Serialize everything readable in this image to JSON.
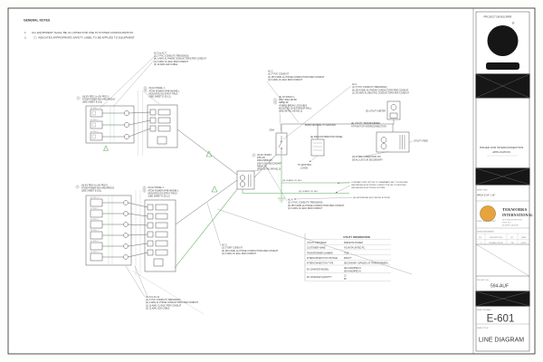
{
  "notes": {
    "title": "GENERAL NOTES",
    "n1": "1.",
    "note1": "ALL EQUIPMENT SHALL BE UL LISTED FOR USE IN SYSTEM CONFIGURATION.",
    "n2": "2.",
    "note2": "INDICATES APPROPRIATE SAFETY LABEL TO BE APPLIED TO EQUIPMENT."
  },
  "callouts": {
    "ac_top": [
      "AC-5 to AC-7",
      "(1) 2\" PVC CONDUIT (TRENCHED)",
      "(4) 1 AWG AL PHASE CONDUCTORS PER CONDUIT",
      "(1) 6 AWG CU EGC PER CONDUIT",
      "(3) 12 AWG LED CABLE"
    ],
    "ac_bottom": [
      "AC-8 to AC-11",
      "(1) 2\" PVC CONDUIT (TRENCHED)",
      "(4) 4 AWG AL PHASE CONDUCTORS PER CONDUIT",
      "(1) 10 AWG CU EGC PER CONDUIT",
      "(3) 12 AWG LED CABLE"
    ],
    "ac1": [
      "AC-1",
      "(1) 3\" PVC CONDUIT (TRENCHED)",
      "(4) 250 KCMIL AL PHASE CONDUCTORS PER CONDUIT",
      "(1) 2/0 AWG AL NEUTRAL CONDUCTORS PER CONDUIT"
    ],
    "ac2": [
      "AC-2",
      "(1) 3\" PVC CONDUIT",
      "(4) 250 KCMIL AL PHASE CONDUCTORS PER CONDUIT",
      "(1) 6 AWG CU EGC PER CONDUIT"
    ],
    "ac3": [
      "AC-3",
      "(1) 3\" EMT CONDUIT",
      "(8) 250 KCMIL AL PHASE CONDUCTORS PER CONDUIT",
      "(1) 6 AWG CU EGC PER CONDUIT"
    ],
    "ac4": [
      "AC-4",
      "(1) 3\" PVC CONDUIT (TRENCHED)",
      "(8) 350 KCMIL AL PHASE CONDUCTORS PER CONDUIT",
      "(1) 6 AWG CU EGC PER CONDUIT"
    ]
  },
  "labels": {
    "ped_group1": [
      "(N) EV PED 1 to EV PED 3",
      "ATOM POWER AEV-AW24PED-D",
      "(SEE SHEET E-101)"
    ],
    "ped_group2": [
      "(N) EV PED 4 to EV PED 9",
      "ATOM POWER AEV-AW24PED-D",
      "(SEE SHEET E-101)"
    ],
    "panel1": [
      "(N) EV PANEL 1",
      "ATOM POWER AP48-AW24B-L",
      "MOUNTED ON STRUT RACK",
      "(SEE SHEET E-201.2)"
    ],
    "panel2": [
      "(N) EV PANEL 2",
      "ATOM POWER AP48-AW24B-L",
      "MOUNTED ON STRUT RACK",
      "(SEE SHEET E-201.2)"
    ],
    "disco": [
      "(E) CH DISCO 1",
      "480V 400A 3Ø 4W",
      "NEMA 3R",
      "VISIBLE-BREAK LOCKABLE",
      "MOUNTED ON EXTERIOR WALL",
      "(SEE DETAIL 3/E-601.2)"
    ],
    "disco_rating": "200A",
    "mdp": "(E) MAIN DISTRIBUTION PANEL",
    "meter": "(E) UTILITY METER",
    "utility_xfmr1": "(E) UTILITY TRANSFORMER",
    "utility_xfmr2": "AT POINT OF INTERCONNECTION",
    "utility_feed": "UTILITY FEED",
    "interconnection": [
      "(N) INTERCONNECTION VIA",
      "(N) AL LUGS ON SECONDARY"
    ],
    "ev_xfmr": [
      "(N) EV XFMR 1",
      "225 kVA",
      "480Δ PRIMARY",
      "208Y/120V SECONDARY",
      "NEMA 3R",
      "(SEE DETAIL 8/E-601.3)"
    ],
    "bond_neutral": "BOND NEUTRAL TO GROUND",
    "to_loads1": "TO EXISTING",
    "to_loads2": "LOADS",
    "gec1": "(N) 1/0 AWG CU GEC",
    "gec2": "(N) 1/0 AWG CU GEC",
    "contractor_note": [
      "CONTRACTOR'S OPTION TO TERMINATE GEC TO EXISTING",
      "GROUNDING ELECTRODE CONDUCTOR OR TO EXISTING",
      "GROUNDING ELECTRODE SYSTEM"
    ],
    "ges": "(E) GROUNDING ELECTRODE SYSTEM",
    "peds1": [
      "EV PED 1",
      "EV PED 2",
      "EV PED 3"
    ],
    "peds2": [
      "EV PED 4",
      "EV PED 5",
      "EV PED 6",
      "EV PED 7",
      "EV PED 8",
      "EV PED 9"
    ]
  },
  "markers": {
    "g1": "1",
    "g2": "2",
    "p1a": "3",
    "p1b": "4",
    "p2a": "3",
    "p2b": "4",
    "d1": "1",
    "d2": "4",
    "x1": "5"
  },
  "table": {
    "title": "UTILITY INFORMATION",
    "rows": [
      {
        "label": "UTILITY PROVIDER",
        "value": "MARIETTA POWER"
      },
      {
        "label": "CUSTOMER NAME",
        "value": "ATLANTA UNITED FC"
      },
      {
        "label": "TRANSFORMER NUMBER",
        "value": "7318"
      },
      {
        "label": "INTERCONNECTION VOLTAGE",
        "value": "480/277"
      },
      {
        "label": "INTERCONNECTION TYPE",
        "value": "SECONDARY (SPADES OF TRANSFORMER)"
      },
      {
        "label": "EV CHARGER MODEL",
        "value": "AEV-AW24PED-D",
        "value2": "AEV-AW24PED-D"
      },
      {
        "label": "EV CHARGER QUANTITY",
        "value": "13",
        "value2": "08"
      }
    ]
  },
  "titleblock": {
    "project_developer": "PROJECT DEVELOPER",
    "registered": "®",
    "issued1": "ISSUED FOR INTERCONNECTION",
    "issued2": "APPLICATION",
    "size_label": "SHEET SIZE",
    "size_value": "ARCH D 24\" x 36\"",
    "firm_line1": "TEKWORKS",
    "firm_line2": "INTERNATIONAL",
    "firm_web": "WWW.TEKWORKS.NET",
    "firm_addr1": "4874 PEACHTREE PKWY",
    "firm_addr2": "SUITE 200",
    "firm_addr3": "ATLANTA, GA 30338",
    "engineer": "DESIGN ENGINEER",
    "rev_h": [
      "NO.",
      "DESCRIPTION",
      "BY",
      "DATE"
    ],
    "rev_r": [
      "1",
      "ISSUED FOR IA",
      "TW",
      "4/1/21"
    ],
    "project_label": "PROJECT NO.",
    "project_no": "594-AUF",
    "sheet_no_label": "SHEET NUMBER",
    "sheet_no": "E-601",
    "sheet_title_label": "SHEET TITLE",
    "sheet_title": "LINE DIAGRAM"
  },
  "colors": {
    "ground_green": "#58ac58",
    "logo_orange": "#E8A33D",
    "ink": "#3e3e3e"
  }
}
